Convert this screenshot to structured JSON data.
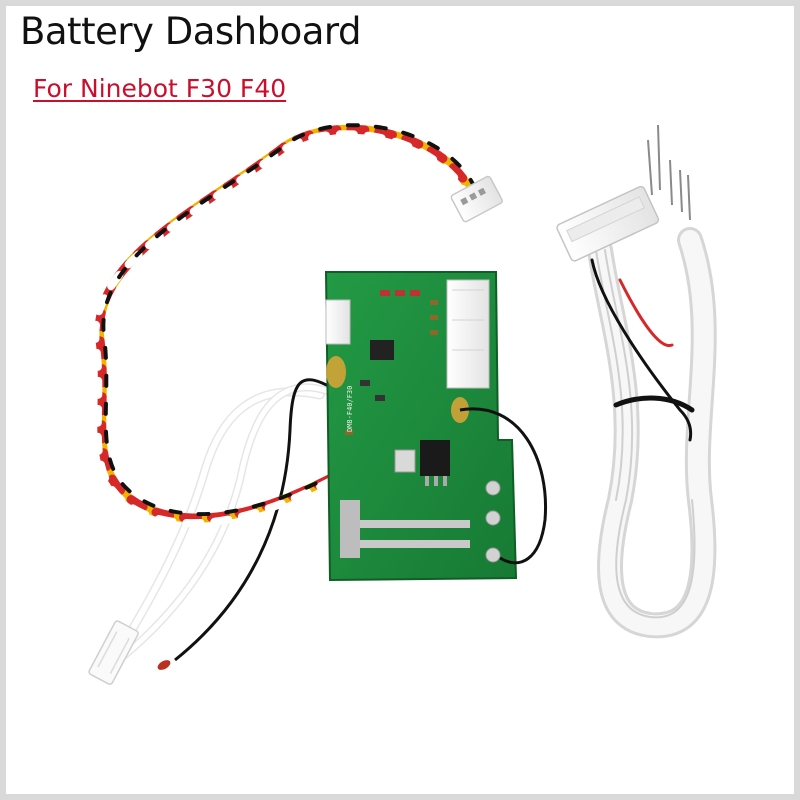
{
  "header": {
    "title": "Battery Dashboard",
    "subtitle": "For Ninebot F30 F40"
  },
  "colors": {
    "subtitle": "#c8102e",
    "pcb_green": "#1e8a3c",
    "wire_red": "#d62828",
    "wire_yellow": "#f0b400",
    "wire_black": "#111111",
    "wire_white": "#f4f4f4"
  },
  "product": {
    "board_marking": "DM8-F40/F30"
  }
}
